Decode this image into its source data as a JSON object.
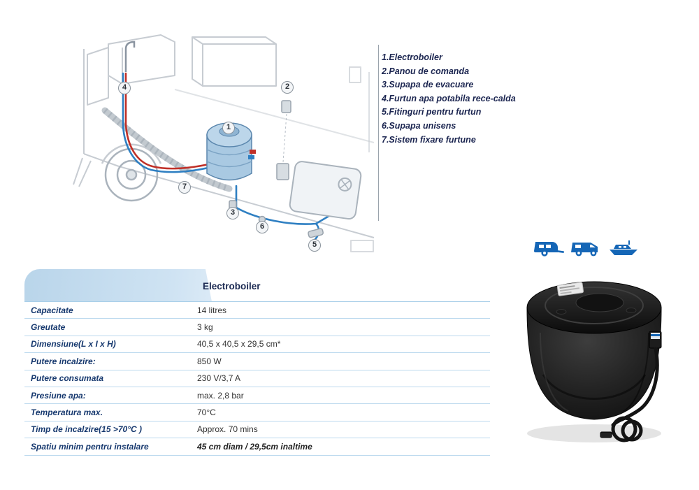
{
  "colors": {
    "accent_blue": "#1566b6",
    "table_border": "#bcd9ee",
    "label_blue": "#16386e",
    "legend_text": "#1b2550",
    "pipe_hot": "#c03028",
    "pipe_cold": "#2e7fc2"
  },
  "diagram": {
    "callouts": [
      "1",
      "2",
      "3",
      "4",
      "5",
      "6",
      "7"
    ]
  },
  "legend": {
    "items": [
      "1.Electroboiler",
      "2.Panou de comanda",
      "3.Supapa de evacuare",
      "4.Furtun apa potabila rece-calda",
      "5.Fitinguri pentru furtun",
      "6.Supapa unisens",
      "7.Sistem fixare furtune"
    ]
  },
  "icons": {
    "vehicles": [
      "caravan-icon",
      "motorhome-icon",
      "boat-icon"
    ]
  },
  "table": {
    "title": "Electroboiler",
    "rows": [
      {
        "label": "Capacitate",
        "value": "14 litres"
      },
      {
        "label": "Greutate",
        "value": "3 kg"
      },
      {
        "label": "Dimensiune(L x I x H)",
        "value": "40,5 x 40,5 x 29,5 cm*"
      },
      {
        "label": "Putere incalzire:",
        "value": "850 W"
      },
      {
        "label": "Putere consumata",
        "value": "230 V/3,7 A"
      },
      {
        "label": "Presiune apa:",
        "value": "max. 2,8 bar"
      },
      {
        "label": "Temperatura max.",
        "value": "70°C"
      },
      {
        "label": "Timp de incalzire(15 >70°C )",
        "value": "Approx. 70 mins"
      },
      {
        "label": "Spatiu minim pentru instalare",
        "value": "45 cm diam / 29,5cm inaltime"
      }
    ]
  }
}
